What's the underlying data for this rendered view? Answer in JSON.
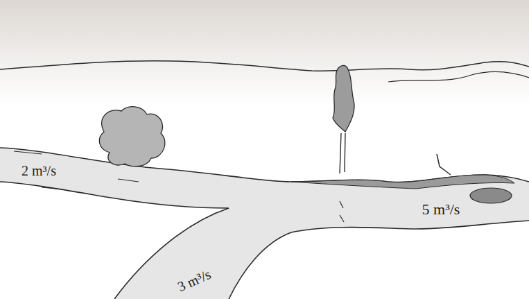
{
  "diagram": {
    "labels": [
      "2 m³/s",
      "3 m³/s",
      "5 m³/s"
    ]
  }
}
